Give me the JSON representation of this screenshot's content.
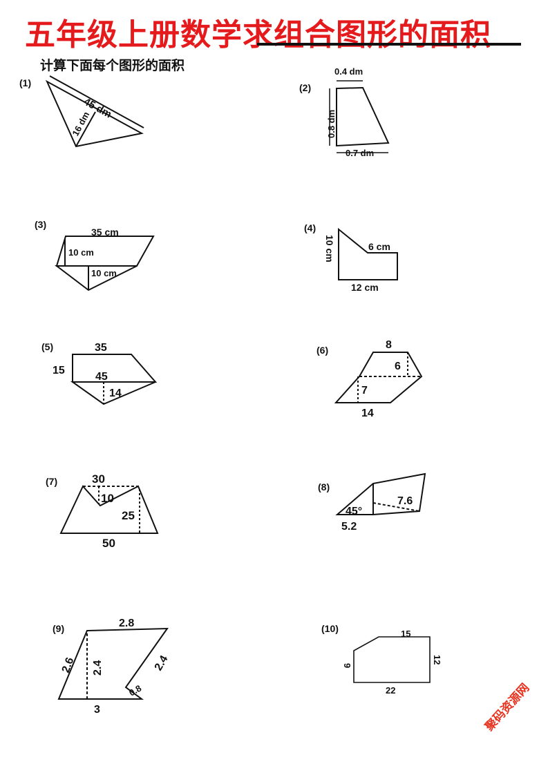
{
  "header": {
    "title": "五年级上册数学求组合图形的面积",
    "instruction": "计算下面每个图形的面积"
  },
  "figures": [
    {
      "number": "(1)",
      "labels": [
        "45 dm",
        "16 dm"
      ]
    },
    {
      "number": "(2)",
      "labels": [
        "0.4 dm",
        "0.8 dm",
        "0.7 dm"
      ]
    },
    {
      "number": "(3)",
      "labels": [
        "35 cm",
        "10 cm",
        "10 cm"
      ]
    },
    {
      "number": "(4)",
      "labels": [
        "10 cm",
        "6 cm",
        "12 cm"
      ]
    },
    {
      "number": "(5)",
      "labels": [
        "35",
        "15",
        "45",
        "14"
      ]
    },
    {
      "number": "(6)",
      "labels": [
        "8",
        "6",
        "7",
        "14"
      ]
    },
    {
      "number": "(7)",
      "labels": [
        "30",
        "10",
        "25",
        "50"
      ]
    },
    {
      "number": "(8)",
      "labels": [
        "45°",
        "5.2",
        "7.6"
      ]
    },
    {
      "number": "(9)",
      "labels": [
        "2.8",
        "2.6",
        "2.4",
        "2.4",
        "0.8",
        "3"
      ]
    },
    {
      "number": "(10)",
      "labels": [
        "15",
        "12",
        "9",
        "22"
      ]
    }
  ],
  "watermark": "聚码资源网",
  "colors": {
    "title": "#e41a1c",
    "watermark": "#e8321e"
  }
}
